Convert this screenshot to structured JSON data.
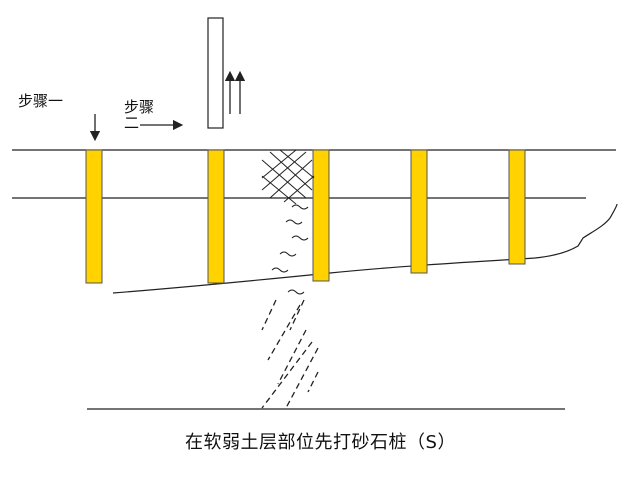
{
  "labels": {
    "step1": "步骤一",
    "step2": "步骤",
    "step2_suffix": "二"
  },
  "caption": "在软弱土层部位先打砂石桩（S）",
  "colors": {
    "pile_fill": "#FFD200",
    "pile_stroke": "#555555",
    "line": "#222222",
    "background": "#ffffff"
  },
  "icons": {
    "step1_arrow": "arrow-down-icon",
    "step2_arrow": "arrow-right-icon",
    "withdraw_arrows": "double-arrow-up-icon"
  }
}
